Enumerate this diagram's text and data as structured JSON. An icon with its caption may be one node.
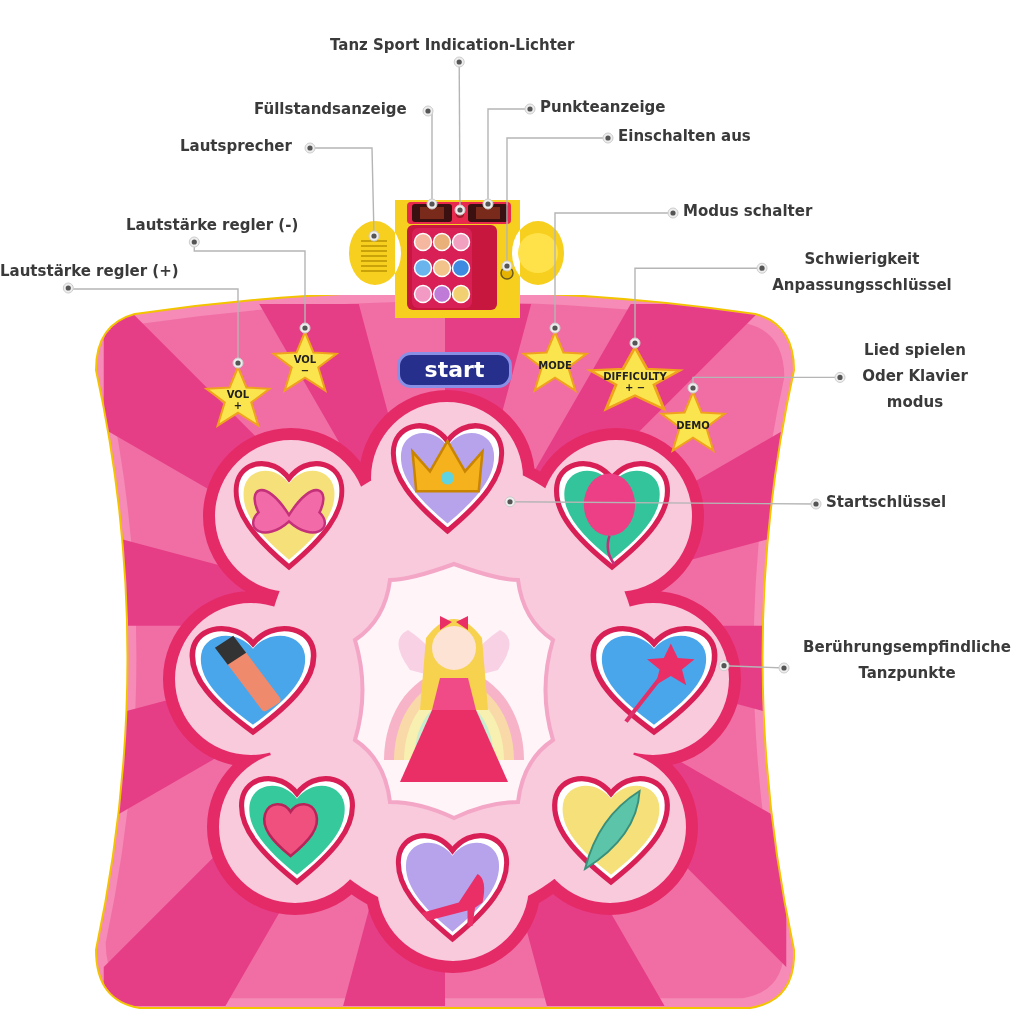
{
  "diagram": {
    "nodes": [
      {
        "text": [
          "Tanz Sport Indication-Lichter"
        ]
      },
      {
        "text": [
          "Füllstandsanzeige"
        ]
      },
      {
        "text": [
          "Punkteanzeige"
        ]
      },
      {
        "text": [
          "Lautsprecher"
        ]
      },
      {
        "text": [
          "Einschalten aus"
        ]
      },
      {
        "text": [
          "Modus schalter"
        ]
      },
      {
        "text": [
          "Lautstärke regler (-)"
        ]
      },
      {
        "text": [
          "Schwierigkeit Anpassungsschlüssel"
        ]
      },
      {
        "text": [
          "Lautstärke regler (+)"
        ]
      },
      {
        "text": [
          "Lied spielen Oder Klavier modus"
        ]
      },
      {
        "text": [
          "Startschlüssel"
        ]
      },
      {
        "text": [
          "Berührungsempfindliche Tanzpunkte"
        ]
      },
      {
        "text": [],
        "shape": "box"
      },
      {
        "text": [],
        "shape": "box"
      },
      {
        "text": [],
        "shape": "box",
        "in": 13
      },
      {
        "text": [],
        "shape": "box",
        "in": 13
      },
      {
        "text": [],
        "shape": "circle",
        "in": 13
      },
      {
        "text": [],
        "shape": "box",
        "in": 13
      },
      {
        "text": [],
        "shape": "circle",
        "in": 13
      },
      {
        "text": [],
        "shape": "box",
        "in": 13
      },
      {
        "text": [
          "VOL −"
        ],
        "in": 12
      },
      {
        "text": [
          "VOL +"
        ],
        "in": 12
      },
      {
        "text": [
          "MODE"
        ],
        "in": 12
      },
      {
        "text": [
          "DIFFICULTY + −"
        ],
        "in": 12
      },
      {
        "text": [
          "DEMO"
        ],
        "in": 12
      },
      {
        "text": [
          "start"
        ],
        "in": 12
      },
      {
        "text": [],
        "shape": "picture",
        "in": 12
      },
      {
        "text": [],
        "shape": "picture",
        "in": 12
      },
      {
        "text": [],
        "shape": "picture",
        "in": 12
      },
      {
        "text": [],
        "shape": "picture",
        "in": 12
      },
      {
        "text": [],
        "shape": "picture",
        "in": 12
      },
      {
        "text": [],
        "shape": "picture",
        "in": 12
      },
      {
        "text": [],
        "shape": "picture",
        "in": 12
      },
      {
        "text": [],
        "shape": "picture",
        "in": 12
      },
      {
        "text": [],
        "shape": "picture",
        "in": 12
      }
    ],
    "edges": [
      {
        "from": 0,
        "to": 16,
        "arrow": "other"
      },
      {
        "from": 1,
        "to": 14,
        "arrow": "other"
      },
      {
        "from": 2,
        "to": 15,
        "arrow": "other"
      },
      {
        "from": 3,
        "to": 17,
        "arrow": "other"
      },
      {
        "from": 4,
        "to": 18,
        "arrow": "other"
      },
      {
        "from": 5,
        "to": 22,
        "arrow": "other"
      },
      {
        "from": 6,
        "to": 20,
        "arrow": "other"
      },
      {
        "from": 7,
        "to": 23,
        "arrow": "other"
      },
      {
        "from": 8,
        "to": 21,
        "arrow": "other"
      },
      {
        "from": 9,
        "to": 24,
        "arrow": "other"
      },
      {
        "from": 10,
        "to": 26,
        "arrow": "other"
      },
      {
        "from": 11,
        "to": 31,
        "arrow": "other"
      }
    ]
  }
}
